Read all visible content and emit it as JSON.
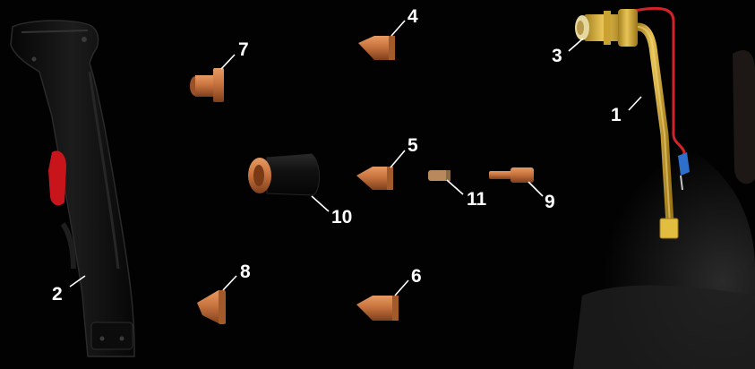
{
  "callouts": {
    "c1": "1",
    "c2": "2",
    "c3": "3",
    "c4": "4",
    "c5": "5",
    "c6": "6",
    "c7": "7",
    "c8": "8",
    "c9": "9",
    "c10": "10",
    "c11": "11"
  },
  "colors": {
    "background": "#020202",
    "copper": "#c9743f",
    "copper_dark": "#8a4520",
    "handle": "#141414",
    "trigger": "#c8141b",
    "brass": "#d9b23a",
    "wire_red": "#d2222a",
    "wire_blue": "#2f6fcc",
    "label": "#ffffff"
  }
}
